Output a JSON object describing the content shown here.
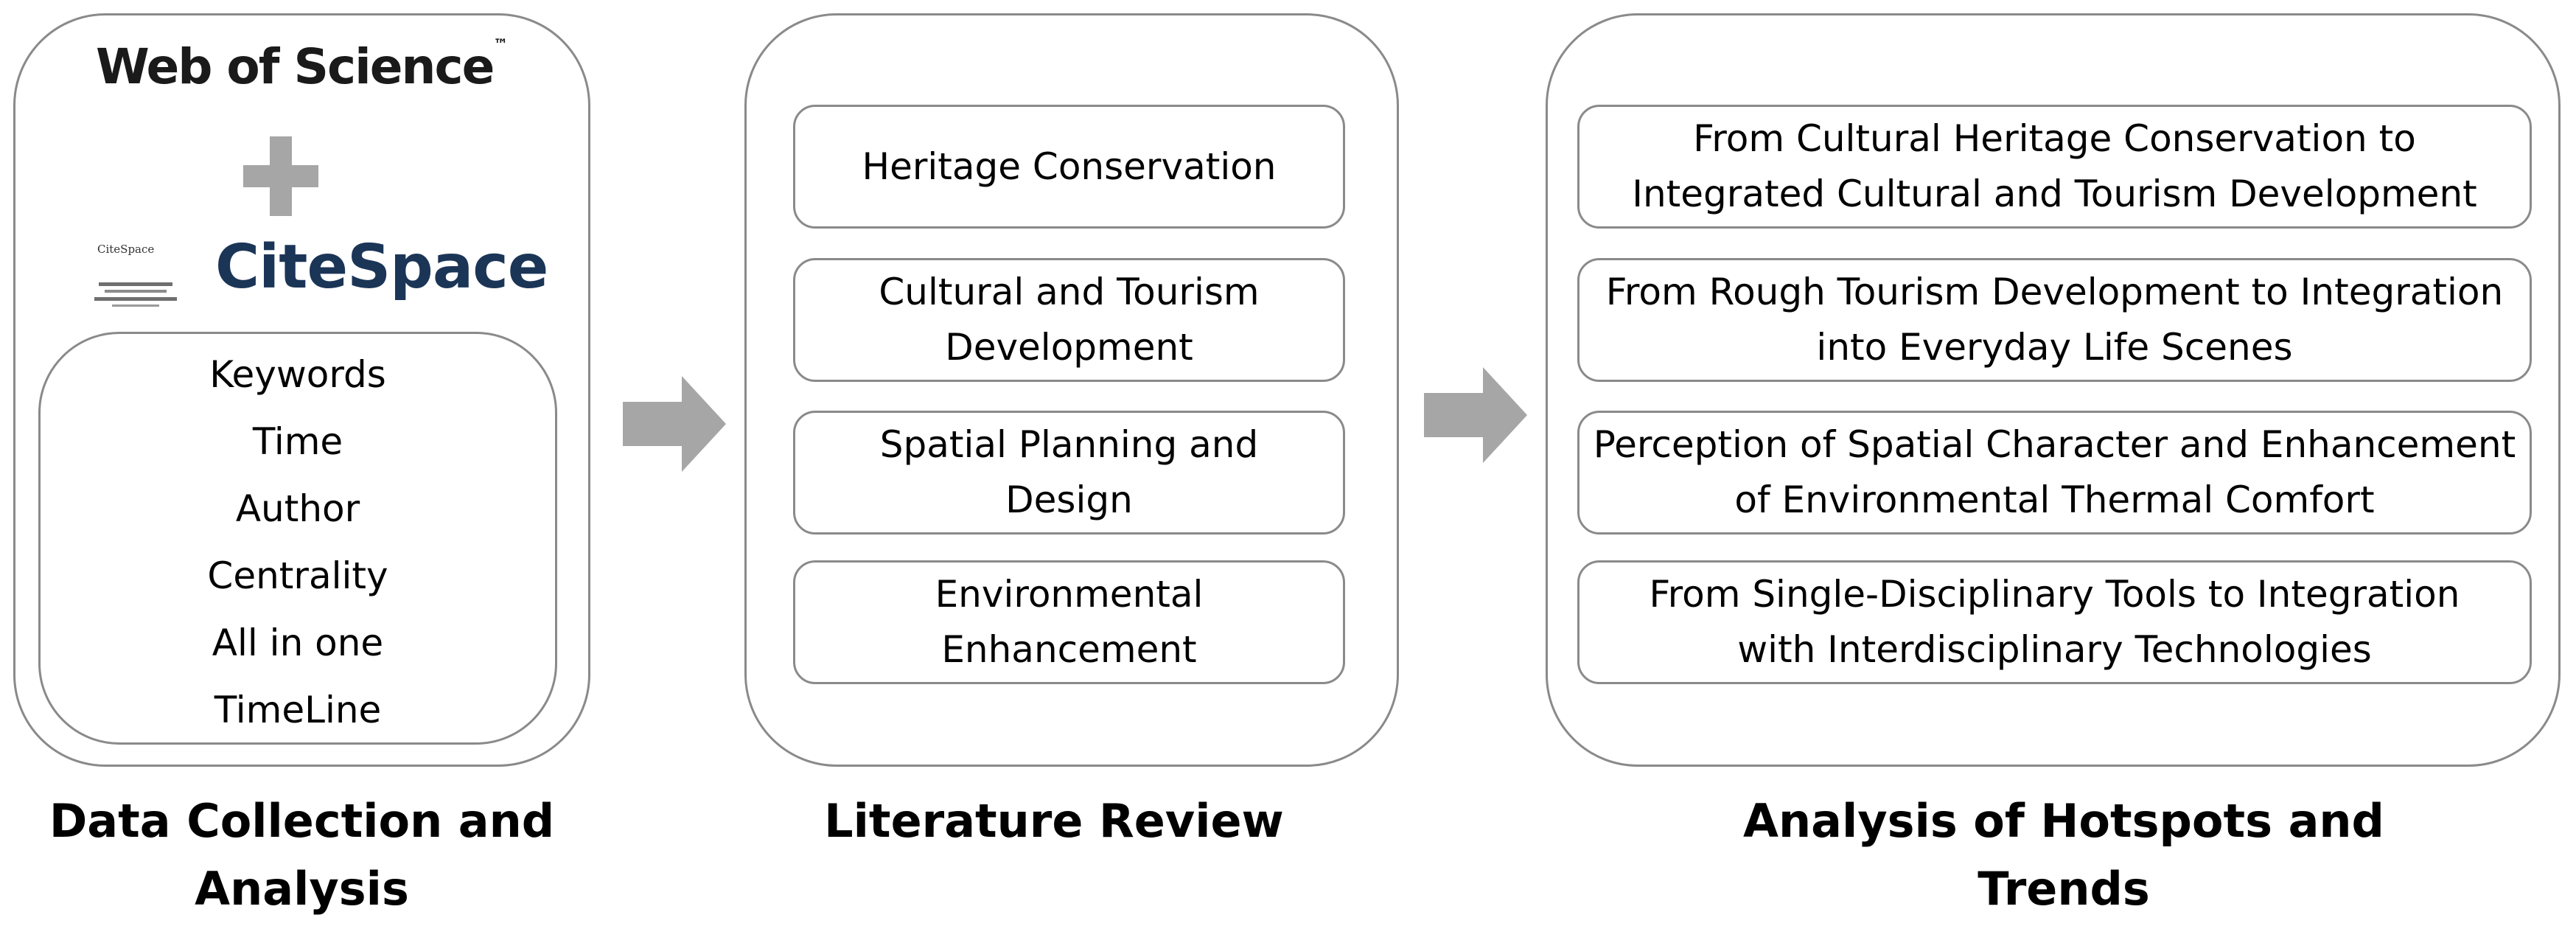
{
  "colors": {
    "border": "#8a8a8a",
    "arrow": "#a6a6a6",
    "text": "#000000",
    "citespace_text": "#1b3557"
  },
  "stage1": {
    "logo_wos": "Web of Science",
    "logo_wos_tm": "™",
    "plus_icon": "plus-icon",
    "logo_citespace": "CiteSpace",
    "logo_citespace_small": "CiteSpace",
    "items": [
      "Keywords",
      "Time",
      "Author",
      "Centrality",
      "All in one",
      "TimeLine"
    ],
    "caption_line1": "Data Collection and",
    "caption_line2": "Analysis"
  },
  "stage2": {
    "items": [
      {
        "line1": "Heritage Conservation",
        "line2": ""
      },
      {
        "line1": "Cultural and Tourism",
        "line2": "Development"
      },
      {
        "line1": "Spatial Planning and",
        "line2": "Design"
      },
      {
        "line1": "Environmental",
        "line2": "Enhancement"
      }
    ],
    "caption": "Literature Review"
  },
  "stage3": {
    "items": [
      {
        "line1": "From Cultural Heritage Conservation to",
        "line2": "Integrated Cultural and Tourism Development"
      },
      {
        "line1": "From Rough Tourism Development to Integration",
        "line2": "into Everyday Life Scenes"
      },
      {
        "line1": "Perception of Spatial Character and Enhancement",
        "line2": "of Environmental Thermal Comfort"
      },
      {
        "line1": "From Single-Disciplinary Tools to Integration",
        "line2": "with Interdisciplinary Technologies"
      }
    ],
    "caption_line1": "Analysis of Hotspots and",
    "caption_line2": "Trends"
  }
}
